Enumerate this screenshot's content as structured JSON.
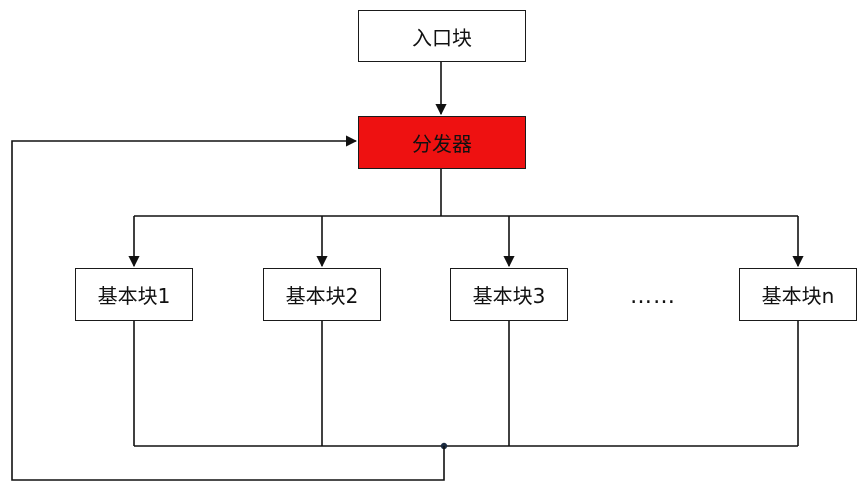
{
  "diagram": {
    "entry_label": "入口块",
    "dispatcher_label": "分发器",
    "dispatcher_color": "#ee1111",
    "blocks": [
      {
        "label": "基本块1"
      },
      {
        "label": "基本块2"
      },
      {
        "label": "基本块3"
      },
      {
        "label": "基本块n"
      }
    ],
    "ellipsis": "……",
    "line_color": "#111111"
  }
}
